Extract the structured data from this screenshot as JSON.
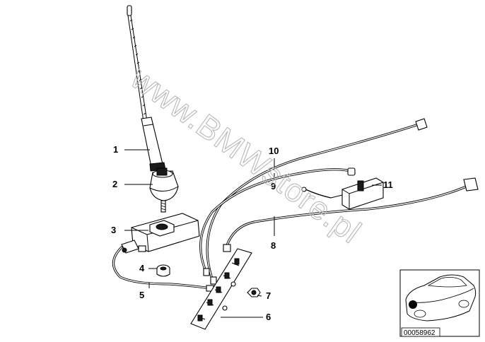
{
  "watermark": "www.BMWstore.pl",
  "callouts": [
    {
      "id": "c1",
      "label": "1"
    },
    {
      "id": "c2",
      "label": "2"
    },
    {
      "id": "c3",
      "label": "3"
    },
    {
      "id": "c4",
      "label": "4"
    },
    {
      "id": "c5",
      "label": "5"
    },
    {
      "id": "c6",
      "label": "6"
    },
    {
      "id": "c7",
      "label": "7"
    },
    {
      "id": "c8",
      "label": "8"
    },
    {
      "id": "c9",
      "label": "9"
    },
    {
      "id": "c10",
      "label": "10"
    },
    {
      "id": "c11",
      "label": "11"
    }
  ],
  "thumbnail": {
    "code": "00058962"
  }
}
